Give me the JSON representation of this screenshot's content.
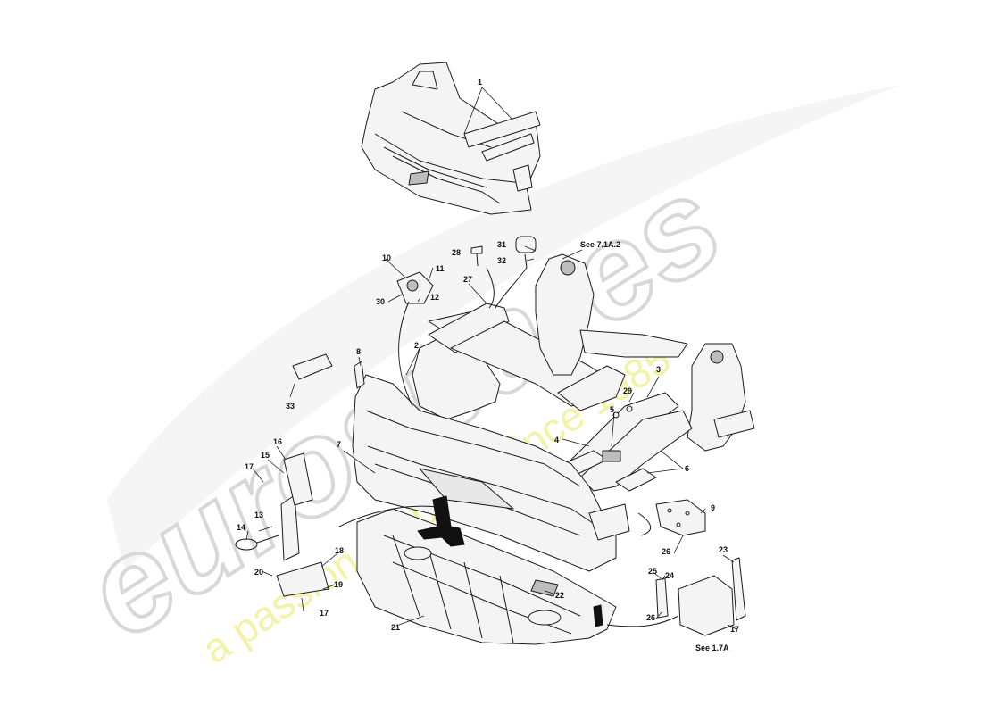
{
  "watermark": {
    "brand": "eurospares",
    "tagline": "a passion for parts since 1985",
    "brand_color": "#dcdcdc",
    "tagline_color": "#f3f0a0"
  },
  "callouts": {
    "n1": "1",
    "n2": "2",
    "n3": "3",
    "n4": "4",
    "n5": "5",
    "n6": "6",
    "n7": "7",
    "n8": "8",
    "n9": "9",
    "n10": "10",
    "n11": "11",
    "n12": "12",
    "n13": "13",
    "n14": "14",
    "n15": "15",
    "n16": "16",
    "n17a": "17",
    "n17b": "17",
    "n17c": "17",
    "n18": "18",
    "n19": "19",
    "n20": "20",
    "n21": "21",
    "n22": "22",
    "n23": "23",
    "n24": "24",
    "n25": "25",
    "n26a": "26",
    "n26b": "26",
    "n27": "27",
    "n28": "28",
    "n29": "29",
    "n30": "30",
    "n31": "31",
    "n32": "32",
    "n33": "33"
  },
  "references": {
    "see_7_1a_2": "See 7.1A.2",
    "see_1_7a": "See 1.7A"
  },
  "colors": {
    "line": "#1a1a1a",
    "part_fill": "#f4f4f4",
    "shade": "#bdbdbd",
    "black_part": "#111111"
  }
}
